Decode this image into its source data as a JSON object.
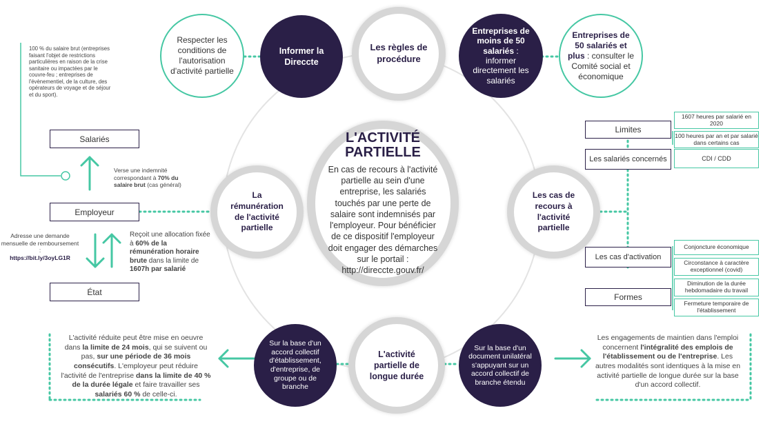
{
  "center": {
    "title_line1": "L'ACTIVITÉ",
    "title_line2": "PARTIELLE",
    "body": "En cas de recours à l'activité partielle au sein d'une entreprise, les salariés touchés par une perte de salaire sont indemnisés par l'employeur. Pour bénéficier de ce dispositif l'employeur doit engager des démarches sur le portail : http://direccte.gouv.fr/"
  },
  "top": {
    "respecter": "Respecter les conditions de l'autorisation d'activité partielle",
    "informer": "Informer la Direccte",
    "regles": "Les règles de procédure",
    "moins50_bold": "Entreprises de moins de 50 salariés",
    "moins50_rest": " : informer directement les salariés",
    "plus50_bold": "Entreprises de 50 salariés et plus",
    "plus50_rest": " : consulter le Comité social et économique"
  },
  "left": {
    "remuneration": "La rémunération de l'activité partielle",
    "note100": "100 % du salaire brut (entreprises faisant l'objet de restrictions particulières en raison de la crise sanitaire ou impactées par le couvre-feu ; entreprises de l'évènementiel, de la culture, des opérateurs de voyage et de séjour et du sport).",
    "salaries": "Salariés",
    "employeur": "Employeur",
    "etat": "État",
    "verse_a": "Verse une indemnité correspondant à ",
    "verse_b": "70% du salaire brut",
    "verse_c": " (cas général)",
    "adresse": "Adresse une demande mensuelle de remboursement :",
    "adresse_link": "https://bit.ly/3oyLG1R",
    "recoit_a": "Reçoit une allocation fixée à ",
    "recoit_b": "60% de la rémunération horaire brute",
    "recoit_c": " dans la limite de ",
    "recoit_d": "1607h par salarié"
  },
  "right": {
    "cas_recours": "Les cas de recours à l'activité partielle",
    "limites": "Limites",
    "limites_a": "1607 heures par salarié en 2020",
    "limites_b": "100 heures par an et par salarié dans certains cas",
    "salaries_concernes": "Les salariés concernés",
    "cdi": "CDI / CDD",
    "cas_activation": "Les cas d'activation",
    "conjoncture": "Conjoncture économique",
    "circonstance": "Circonstance à caractère exceptionnel (covid)",
    "formes": "Formes",
    "diminution": "Diminution de la durée hebdomadaire du travail",
    "fermeture": "Fermeture temporaire de l'établissement"
  },
  "bottom": {
    "longue_duree": "L'activité partielle de longue durée",
    "accord_collectif": "Sur la base d'un accord collectif d'établissement, d'entreprise, de groupe ou de branche",
    "document": "Sur la base d'un document unilatéral s'appuyant sur un accord collectif de branche étendu",
    "left_a": "L'activité réduite peut être mise en oeuvre dans ",
    "left_b": "la limite de 24 mois",
    "left_c": ", qui se suivent ou pas, ",
    "left_d": "sur une période de 36 mois consécutifs",
    "left_e": ". L'employeur peut réduire l'activité de l'entreprise ",
    "left_f": "dans la limite de 40 % de la durée légale",
    "left_g": " et faire travailler ses ",
    "left_h": "salariés 60 %",
    "left_i": " de celle-ci.",
    "right_a": "Les engagements de maintien dans l'emploi concernent ",
    "right_b": "l'intégralité des emplois de l'établissement ou de l'entreprise",
    "right_c": ". Les autres modalités sont identiques à la mise en activité partielle de longue durée sur la base d'un accord collectif."
  },
  "colors": {
    "dark": "#2a1f47",
    "green": "#45c7a3",
    "gray": "#d6d6d6"
  }
}
